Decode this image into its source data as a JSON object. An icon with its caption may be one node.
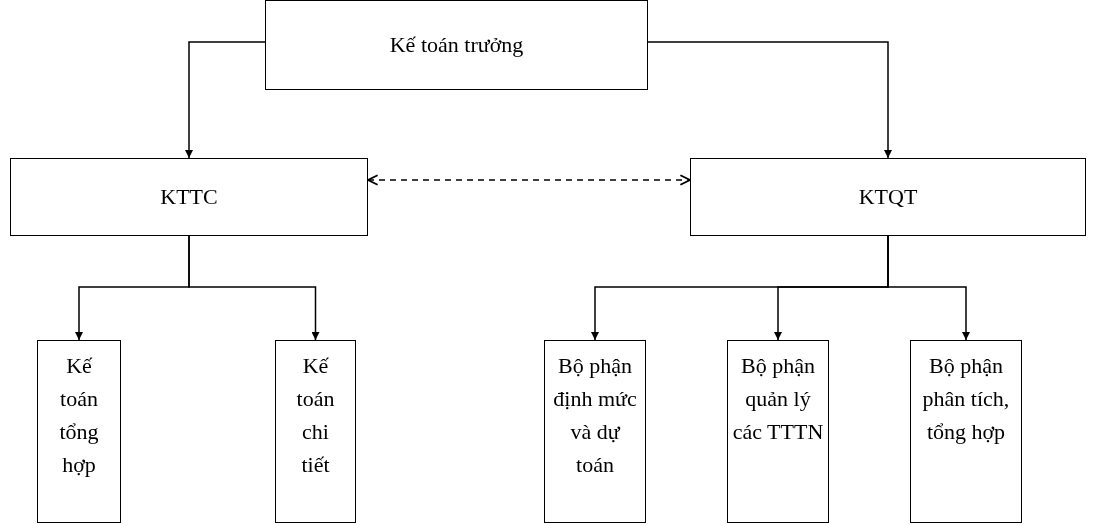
{
  "diagram": {
    "nodes": [
      {
        "text": [
          "Kế toán trưởng"
        ]
      },
      {
        "text": [
          "KTTC"
        ]
      },
      {
        "text": [
          "KTQT"
        ]
      },
      {
        "text": [
          "Kế toán tổng hợp"
        ]
      },
      {
        "text": [
          "Kế toán chi tiết"
        ]
      },
      {
        "text": [
          "Bộ phận định mức và dự toán"
        ]
      },
      {
        "text": [
          "Bộ phận quản lý các TTTN"
        ]
      },
      {
        "text": [
          "Bộ phận phân tích, tổng hợp"
        ]
      }
    ],
    "edges": [
      {
        "from": 0,
        "to": 1,
        "arrow": "to"
      },
      {
        "from": 0,
        "to": 2,
        "arrow": "to"
      },
      {
        "from": 1,
        "to": 2,
        "arrow": "both",
        "style": "dashed"
      },
      {
        "from": 1,
        "to": 3,
        "arrow": "to"
      },
      {
        "from": 1,
        "to": 4,
        "arrow": "to"
      },
      {
        "from": 2,
        "to": 5,
        "arrow": "to"
      },
      {
        "from": 2,
        "to": 6,
        "arrow": "to"
      },
      {
        "from": 2,
        "to": 7,
        "arrow": "to"
      }
    ]
  }
}
